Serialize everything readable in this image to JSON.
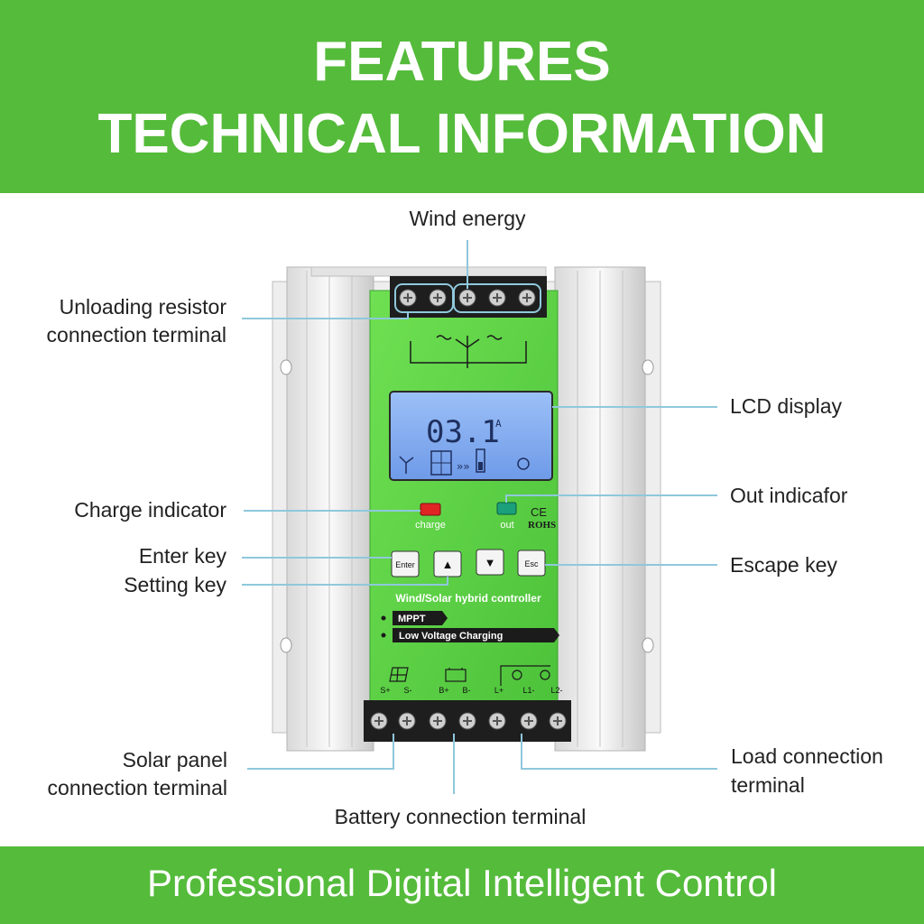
{
  "header": {
    "line1": "FEATURES",
    "line2": "TECHNICAL INFORMATION"
  },
  "footer": {
    "tagline": "Professional Digital Intelligent Control"
  },
  "labels": {
    "wind_energy": "Wind energy",
    "unloading_line1": "Unloading resistor",
    "unloading_line2": "connection terminal",
    "lcd_display": "LCD display",
    "charge_indicator": "Charge indicator",
    "out_indicator": "Out indicafor",
    "enter_key": "Enter key",
    "setting_key": "Setting key",
    "escape_key": "Escape key",
    "solar_line1": "Solar panel",
    "solar_line2": "connection terminal",
    "load_line1": "Load connection",
    "load_line2": "terminal",
    "battery_terminal": "Battery connection terminal"
  },
  "device": {
    "lcd_reading": "03.1",
    "lcd_unit": "A",
    "charge_led_label": "charge",
    "out_led_label": "out",
    "ce_mark": "CE",
    "rohs_mark": "ROHS",
    "enter_button": "Enter",
    "up_button": "▲",
    "down_button": "▼",
    "esc_button": "Esc",
    "product_title": "Wind/Solar hybrid controller",
    "feature1": "MPPT",
    "feature2": "Low Voltage Charging",
    "term_s_plus": "S+",
    "term_s_minus": "S-",
    "term_b_plus": "B+",
    "term_b_minus": "B-",
    "term_l_plus": "L+",
    "term_l1_minus": "L1-",
    "term_l2_minus": "L2-"
  },
  "colors": {
    "banner_green": "#55bb3b",
    "panel_green": "#5fd44a",
    "callout_line": "#8fc8dc",
    "lcd_blue": "#7fa9ee",
    "charge_led": "#e02424",
    "out_led": "#1aa07a"
  }
}
